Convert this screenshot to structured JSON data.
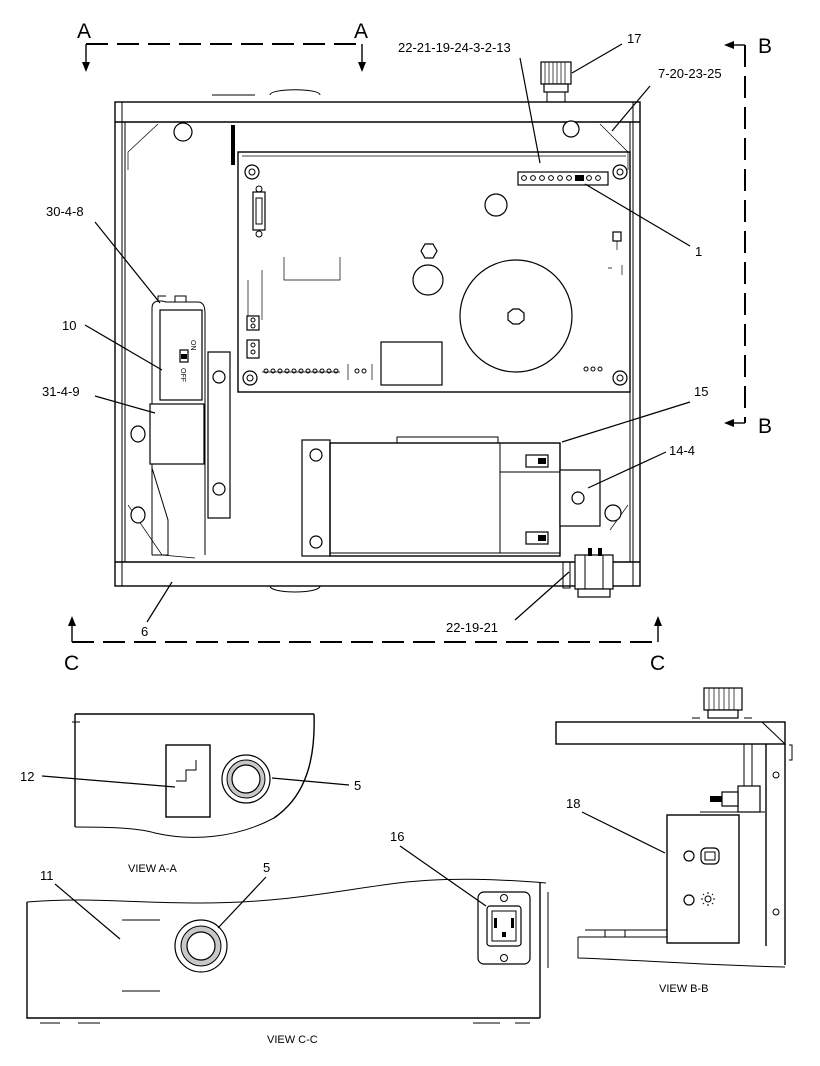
{
  "section_markers": {
    "a_left": "A",
    "a_right": "A",
    "b_top": "B",
    "b_bottom": "B",
    "c_left": "C",
    "c_right": "C"
  },
  "callouts": {
    "c1": "1",
    "c5a": "5",
    "c5b": "5",
    "c6": "6",
    "c7_20_23_25": "7-20-23-25",
    "c10": "10",
    "c11": "11",
    "c12": "12",
    "c14_4": "14-4",
    "c15": "15",
    "c16": "16",
    "c17": "17",
    "c18": "18",
    "c22_21_19_24_3_2_13": "22-21-19-24-3-2-13",
    "c22_19_21": "22-19-21",
    "c30_4_8": "30-4-8",
    "c31_4_9": "31-4-9"
  },
  "switch_text": {
    "on": "ON",
    "off": "OFF"
  },
  "view_captions": {
    "view_a": "VIEW A-A",
    "view_b": "VIEW B-B",
    "view_c": "VIEW C-C"
  }
}
